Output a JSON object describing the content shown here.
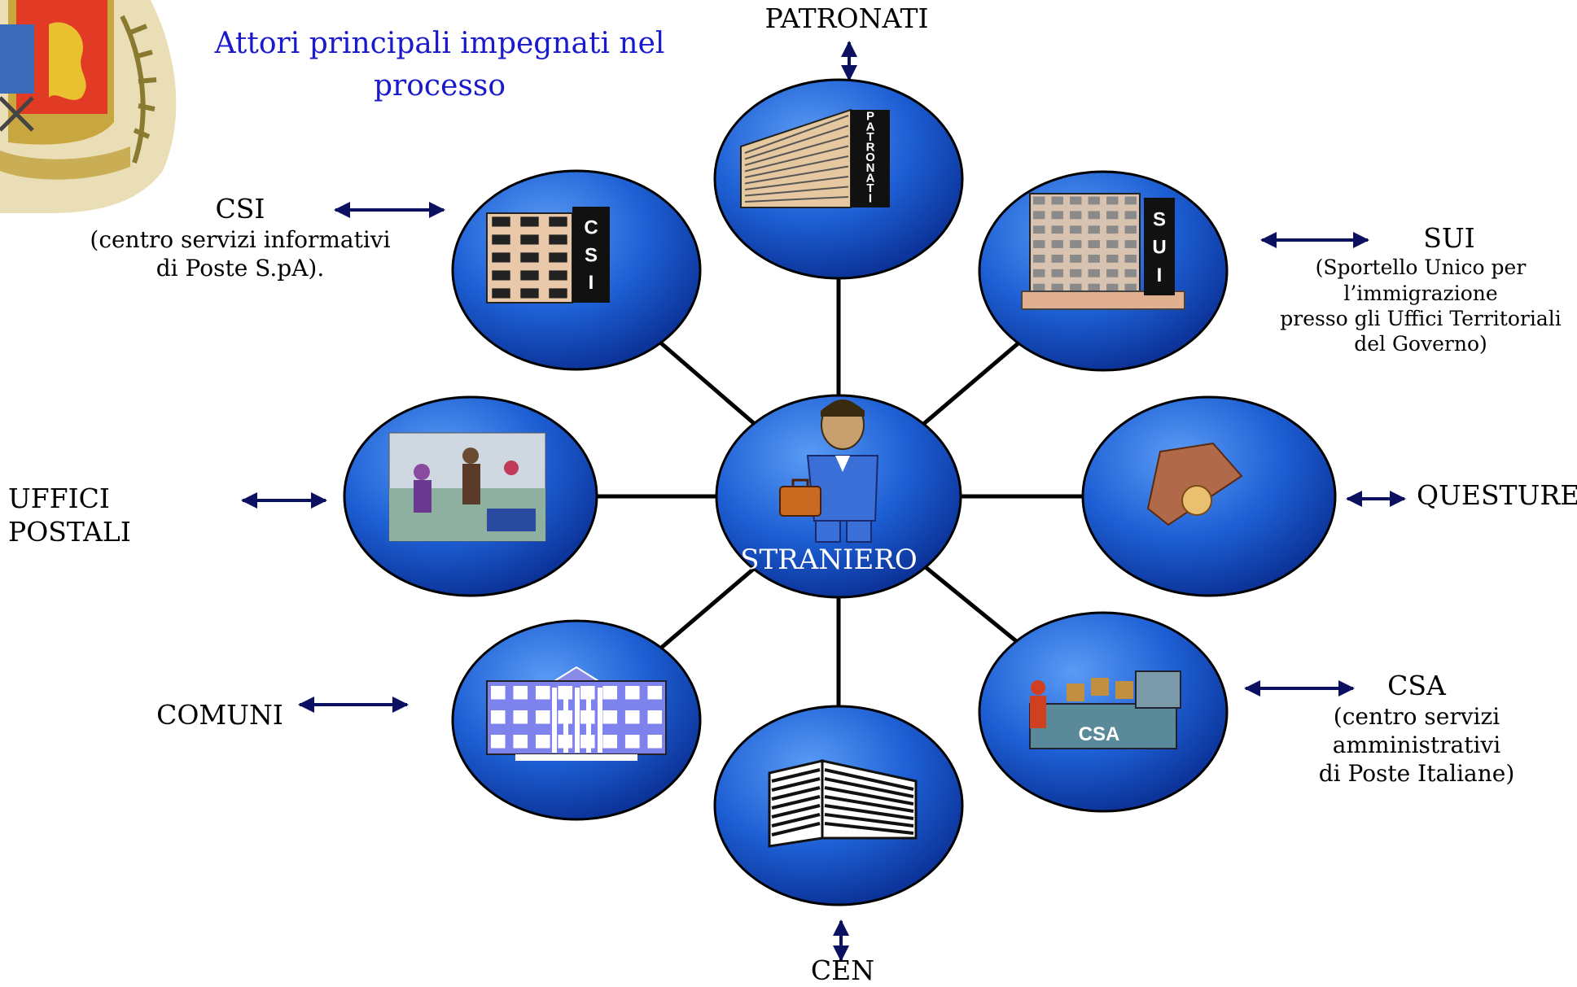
{
  "title": "Attori principali impegnati nel processo",
  "center": {
    "label": "STRANIERO"
  },
  "nodes": {
    "patronati": {
      "title": "PATRONATI",
      "sub": [],
      "badge": "PATRONATI"
    },
    "csi": {
      "title": "CSI",
      "sub": [
        "(centro servizi informativi",
        "di Poste S.pA)."
      ],
      "badge": "CSI"
    },
    "sui": {
      "title": "SUI",
      "sub": [
        "(Sportello Unico per",
        "l’immigrazione",
        "presso gli Uffici Territoriali",
        "del Governo)"
      ],
      "badge": "SUI"
    },
    "uffici_postali": {
      "title": "UFFICI POSTALI",
      "sub": []
    },
    "questure": {
      "title": "QUESTURE",
      "sub": []
    },
    "comuni": {
      "title": "COMUNI",
      "sub": []
    },
    "csa": {
      "title": "CSA",
      "sub": [
        "(centro servizi",
        "amministrativi",
        "di Poste Italiane)"
      ],
      "badge": "CSA"
    },
    "cen": {
      "title": "CEN",
      "sub": []
    }
  },
  "colors": {
    "node_fill": "#1c5fd6",
    "node_dark": "#0a2d8f",
    "node_light": "#4e8ef0",
    "arrow": "#0b1060",
    "title": "#1a1acc",
    "spoke": "#000000"
  }
}
